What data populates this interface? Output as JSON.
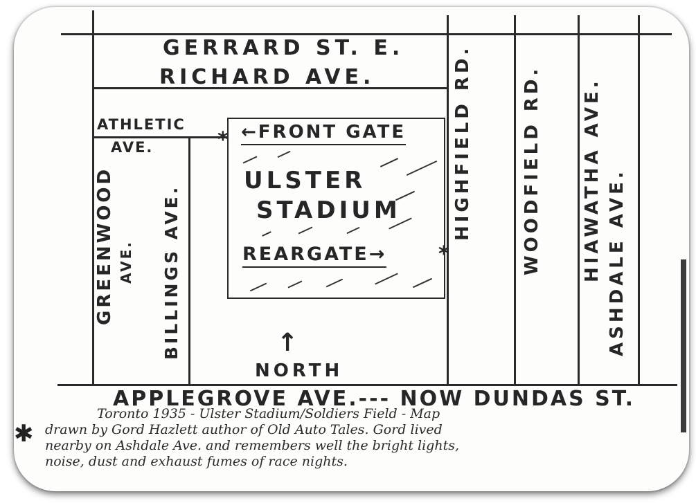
{
  "map": {
    "title": "Ulster Stadium / Soldiers Field map",
    "streets": {
      "horizontal": [
        {
          "id": "gerrard",
          "label": "GERRARD ST. E."
        },
        {
          "id": "richard",
          "label": "RICHARD AVE."
        },
        {
          "id": "athletic",
          "label_line1": "ATHLETIC",
          "label_line2": "AVE."
        },
        {
          "id": "applegrove",
          "label": "APPLEGROVE AVE.--- NOW DUNDAS ST."
        }
      ],
      "vertical": [
        {
          "id": "greenwood",
          "label_line1": "GREENWOOD",
          "label_line2": "AVE."
        },
        {
          "id": "billings",
          "label": "BILLINGS AVE."
        },
        {
          "id": "highfield",
          "label": "HIGHFIELD RD."
        },
        {
          "id": "woodfield",
          "label": "WOODFIELD RD."
        },
        {
          "id": "hiawatha",
          "label": "HIAWATHA AVE."
        },
        {
          "id": "ashdale",
          "label": "ASHDALE AVE."
        }
      ]
    },
    "stadium": {
      "name_line1": "ULSTER",
      "name_line2": "STADIUM",
      "front_gate": "←FRONT GATE",
      "rear_gate": "REARGATE→"
    },
    "gate_marker": "*",
    "north": {
      "arrow": "↑",
      "label": "NORTH"
    }
  },
  "caption": {
    "marker": "✱",
    "line1": "Toronto 1935 - Ulster Stadium/Soldiers Field - Map",
    "line2": "drawn by Gord Hazlett author of Old Auto Tales. Gord lived",
    "line3": "nearby on Ashdale Ave. and remembers well the bright lights,",
    "line4": "noise, dust and exhaust fumes of race nights."
  }
}
